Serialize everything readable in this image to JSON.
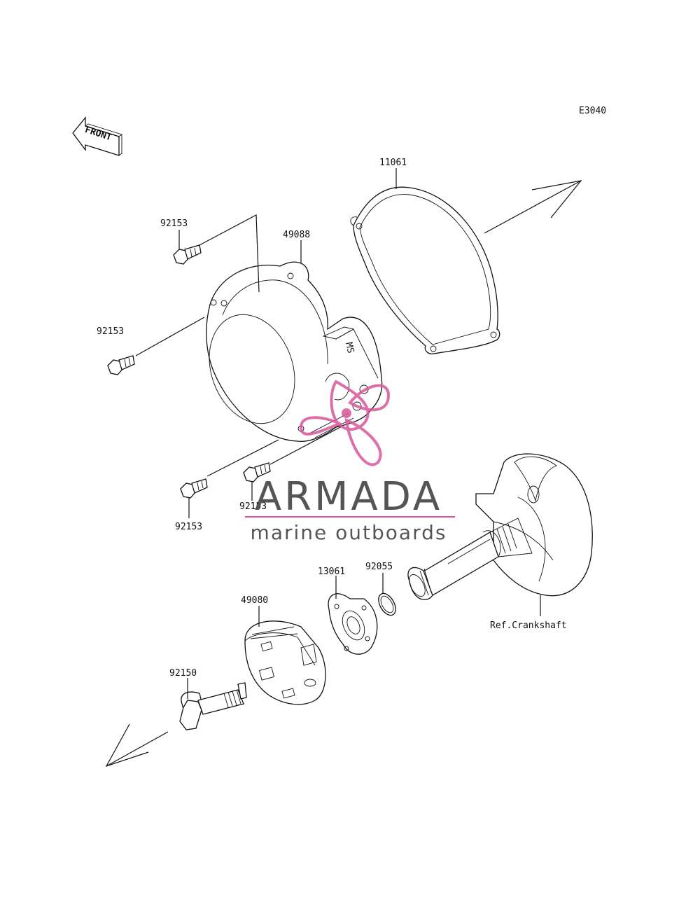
{
  "diagram_code": "E3040",
  "front_arrow_label": "FRONT",
  "parts": {
    "gasket": "11061",
    "cover": "49088",
    "bolt_top": "92153",
    "bolt_left": "92153",
    "bolt_bottom_left": "92153",
    "bolt_bottom_right": "92153",
    "plate": "13061",
    "ring": "92055",
    "cup": "49080",
    "bolt_main": "92150"
  },
  "reference_label": "Ref.Crankshaft",
  "cover_stamp": "MS",
  "watermark": {
    "brand": "ARMADA",
    "tagline": "marine outboards",
    "accent_color": "#d9559a"
  }
}
